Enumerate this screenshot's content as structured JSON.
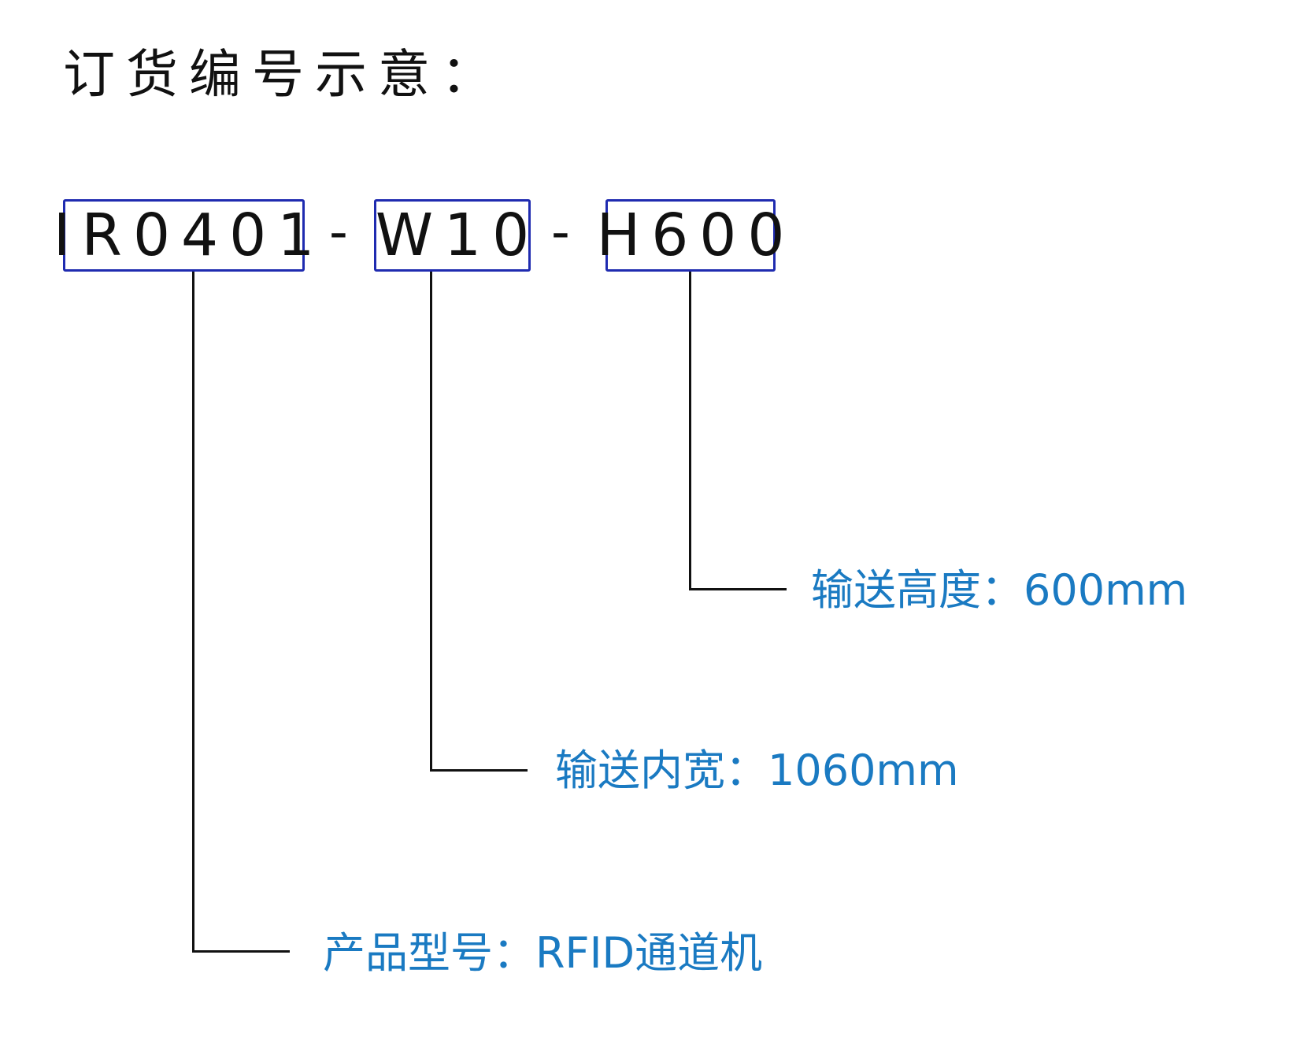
{
  "title": "订货编号示意：",
  "code": {
    "segment_1": "IR0401",
    "separator_1": "-",
    "segment_2": "W10",
    "separator_2": "-",
    "segment_3": "H600"
  },
  "labels": {
    "height": "输送高度：600mm",
    "width": "输送内宽：1060mm",
    "model": "产品型号：RFID通道机"
  },
  "colors": {
    "box_border": "#1f2bb0",
    "label_text": "#1a7ac2",
    "main_text": "#111111"
  }
}
